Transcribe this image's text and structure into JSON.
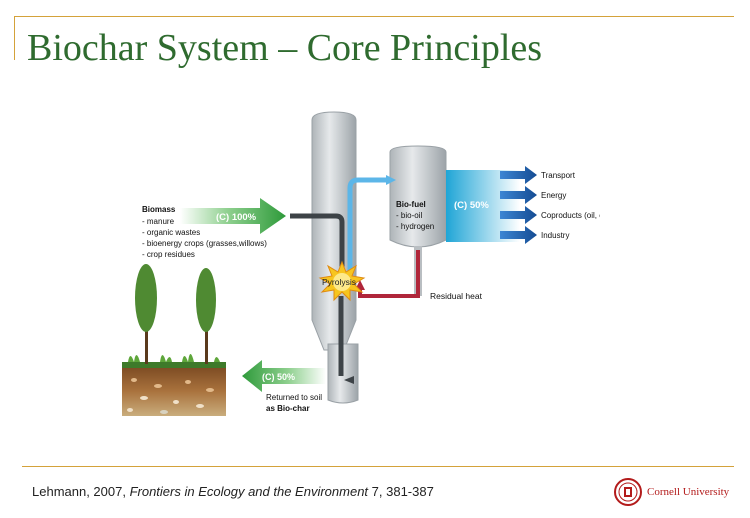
{
  "slide": {
    "title": "Biochar System – Core Principles"
  },
  "diagram": {
    "biomass": {
      "heading": "Biomass",
      "items": [
        "- manure",
        "- organic wastes",
        "- bioenergy crops (grasses,willows)",
        "- crop residues"
      ]
    },
    "input_arrow_label": "(C) 100%",
    "pyrolysis_label": "Pyrolysis",
    "biofuel": {
      "heading": "Bio-fuel",
      "items": [
        "- bio-oil",
        "- hydrogen"
      ]
    },
    "output_arrow_label": "(C) 50%",
    "uses": [
      "Transport",
      "Energy",
      "Coproducts (oil, cosmetics)",
      "Industry"
    ],
    "residual_heat_label": "Residual heat",
    "char_arrow_label": "(C) 50%",
    "soil_return": [
      "Returned to soil",
      "as Bio-char"
    ]
  },
  "footer": {
    "author_year": "Lehmann, 2007, ",
    "journal": "Frontiers in Ecology and the Environment",
    "volume_pages": " 7, 381-387",
    "institution": "Cornell University"
  },
  "colors": {
    "title": "#2f6b2f",
    "accent_rule": "#d4a23a",
    "green_arrow": "#3aa640",
    "blue_arrow": "#1f5fa8",
    "cyan_flow": "#2ab3e0",
    "heat_line": "#b0263a",
    "cornell_red": "#b31b1b"
  }
}
